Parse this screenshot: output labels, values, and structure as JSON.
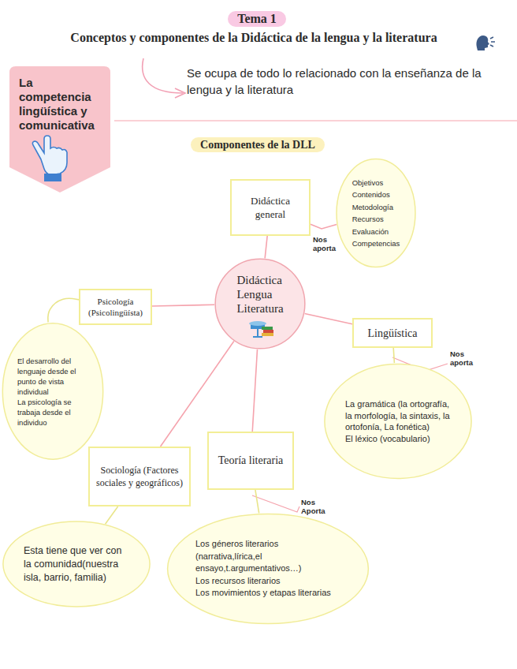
{
  "diagram": {
    "title": "Conceptos y componentes de la Didáctica de la lengua y la literatura",
    "nodes": [
      {
        "text": [
          "La competencia lingüística y comunicativa"
        ]
      },
      {
        "text": [
          "Didáctica general"
        ]
      },
      {
        "text": [
          "Objetivos Contenidos Metodología Recursos Evaluación Competencias"
        ]
      },
      {
        "text": [
          "Psicología (Psicolingüísta)"
        ]
      },
      {
        "text": [
          "Didáctica Lengua Literatura"
        ]
      },
      {
        "text": [
          "Lingüística"
        ]
      },
      {
        "text": [
          "El desarrollo del lenguaje desde el punto de vista individual",
          "La psicología se trabaja desde el individuo"
        ]
      },
      {
        "text": [
          "La gramática (la ortografía, la morfología, la sintaxis, la ortofonía, La fonética)",
          "El léxico (vocabulario)"
        ]
      },
      {
        "text": [
          "Sociología (Factores sociales y geográficos)"
        ]
      },
      {
        "text": [
          "Teoría literaria"
        ]
      },
      {
        "text": [
          "Esta tiene que ver con la comunidad(nuestra isla, barrio, familia)"
        ]
      },
      {
        "text": [
          "Los géneros literarios (narrativa,lírica,el ensayo,t.argumentativos…)",
          "Los recursos literarios",
          "Los movimientos y etapas literarias"
        ]
      }
    ],
    "edges": [
      {
        "from": 4,
        "to": 1,
        "arrow": "none"
      },
      {
        "from": 1,
        "to": 2,
        "label": "Nos aporta",
        "arrow": "none"
      },
      {
        "from": 4,
        "to": 3,
        "arrow": "none"
      },
      {
        "from": 3,
        "to": 6,
        "arrow": "none"
      },
      {
        "from": 4,
        "to": 5,
        "arrow": "none"
      },
      {
        "from": 5,
        "to": 7,
        "arrow": "none"
      },
      {
        "from": 4,
        "to": 8,
        "arrow": "none"
      },
      {
        "from": 8,
        "to": 10,
        "arrow": "none"
      },
      {
        "from": 4,
        "to": 9,
        "arrow": "none"
      },
      {
        "from": 9,
        "to": 11,
        "arrow": "none"
      }
    ],
    "labels": [
      "Tema 1",
      "Se ocupa de todo lo relacionado con la enseñanza de la lengua y la literatura",
      "Componentes de la DLL",
      "Nos aporta",
      "Nos Aporta"
    ]
  }
}
